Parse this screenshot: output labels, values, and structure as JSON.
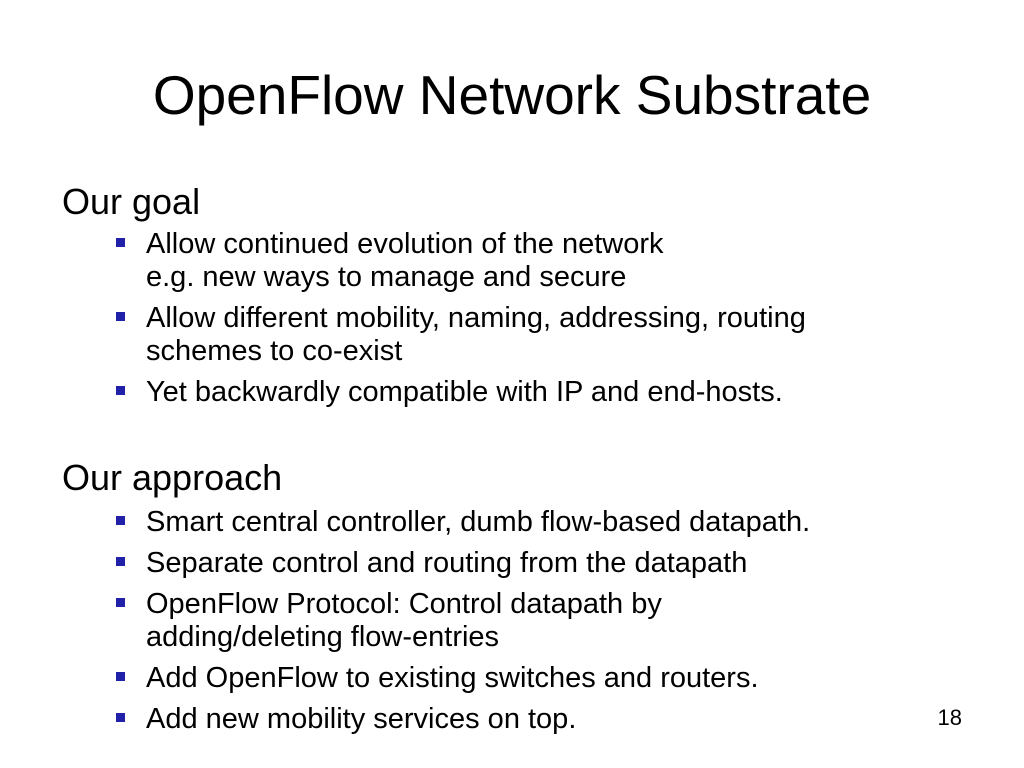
{
  "slide": {
    "title": "OpenFlow Network Substrate",
    "page_number": "18"
  },
  "sections": [
    {
      "heading": "Our goal",
      "bullets": [
        {
          "lines": [
            "Allow continued evolution of the network",
            "e.g. new ways to manage and secure"
          ]
        },
        {
          "lines": [
            "Allow different mobility, naming, addressing, routing",
            "schemes to co-exist"
          ]
        },
        {
          "lines": [
            "Yet backwardly compatible with IP and end-hosts."
          ]
        }
      ]
    },
    {
      "heading": "Our approach",
      "bullets": [
        {
          "lines": [
            "Smart central controller, dumb flow-based datapath."
          ]
        },
        {
          "lines": [
            "Separate control and routing from the datapath"
          ]
        },
        {
          "lines": [
            "OpenFlow Protocol: Control datapath by",
            "adding/deleting flow-entries"
          ]
        },
        {
          "lines": [
            "Add OpenFlow to existing switches and routers."
          ]
        },
        {
          "lines": [
            "Add new mobility services on top."
          ]
        }
      ]
    }
  ],
  "colors": {
    "bullet_marker": "#2020a8",
    "text": "#000000",
    "background": "#ffffff"
  },
  "icons": {
    "bullet": "square-bullet-icon"
  }
}
